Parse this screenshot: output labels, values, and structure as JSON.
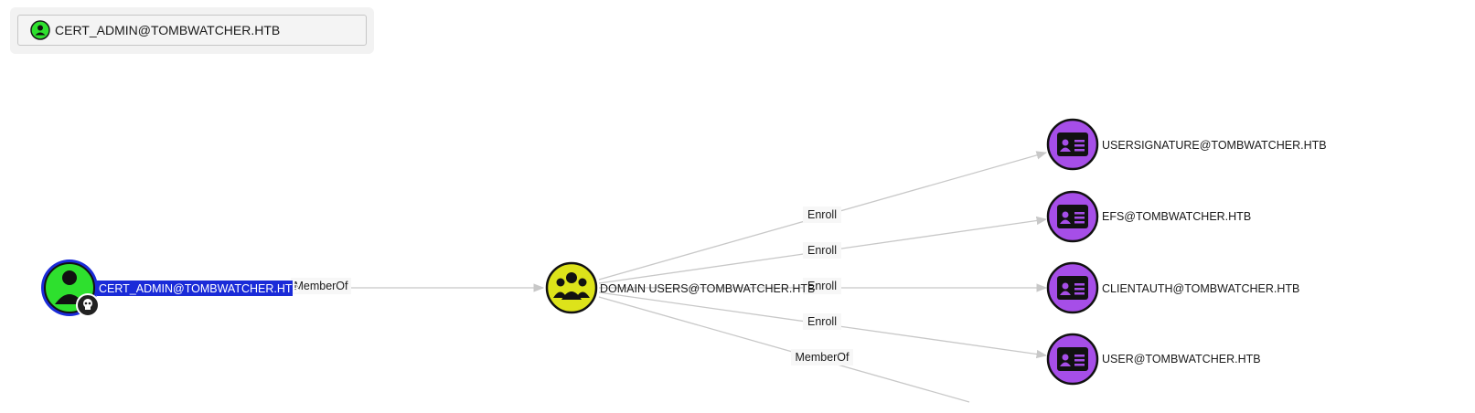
{
  "search": {
    "selected_node": "CERT_ADMIN@TOMBWATCHER.HTB",
    "icon": "user-icon"
  },
  "graph": {
    "nodes": {
      "cert_admin": {
        "label": "CERT_ADMIN@TOMBWATCHER.HTB",
        "kind": "user",
        "icon": "user-icon",
        "badge_icon": "skull-icon",
        "selected": true
      },
      "domain_users": {
        "label": "DOMAIN USERS@TOMBWATCHER.HTB",
        "kind": "group",
        "icon": "group-icon"
      },
      "usersignature": {
        "label": "USERSIGNATURE@TOMBWATCHER.HTB",
        "kind": "cert-template",
        "icon": "id-card-icon"
      },
      "efs": {
        "label": "EFS@TOMBWATCHER.HTB",
        "kind": "cert-template",
        "icon": "id-card-icon"
      },
      "clientauth": {
        "label": "CLIENTAUTH@TOMBWATCHER.HTB",
        "kind": "cert-template",
        "icon": "id-card-icon"
      },
      "user": {
        "label": "USER@TOMBWATCHER.HTB",
        "kind": "cert-template",
        "icon": "id-card-icon"
      }
    },
    "edges": {
      "memberof_1": "MemberOf",
      "enroll_1": "Enroll",
      "enroll_2": "Enroll",
      "enroll_3": "Enroll",
      "enroll_4": "Enroll",
      "memberof_2": "MemberOf"
    }
  },
  "colors": {
    "user_node": "#2ee02e",
    "selected_ring": "#1a2bd8",
    "group_node": "#dde31a",
    "cert_template_node": "#a64ee8",
    "edge": "#c8c8c8",
    "selected_label_bg": "#1a2bd8"
  }
}
